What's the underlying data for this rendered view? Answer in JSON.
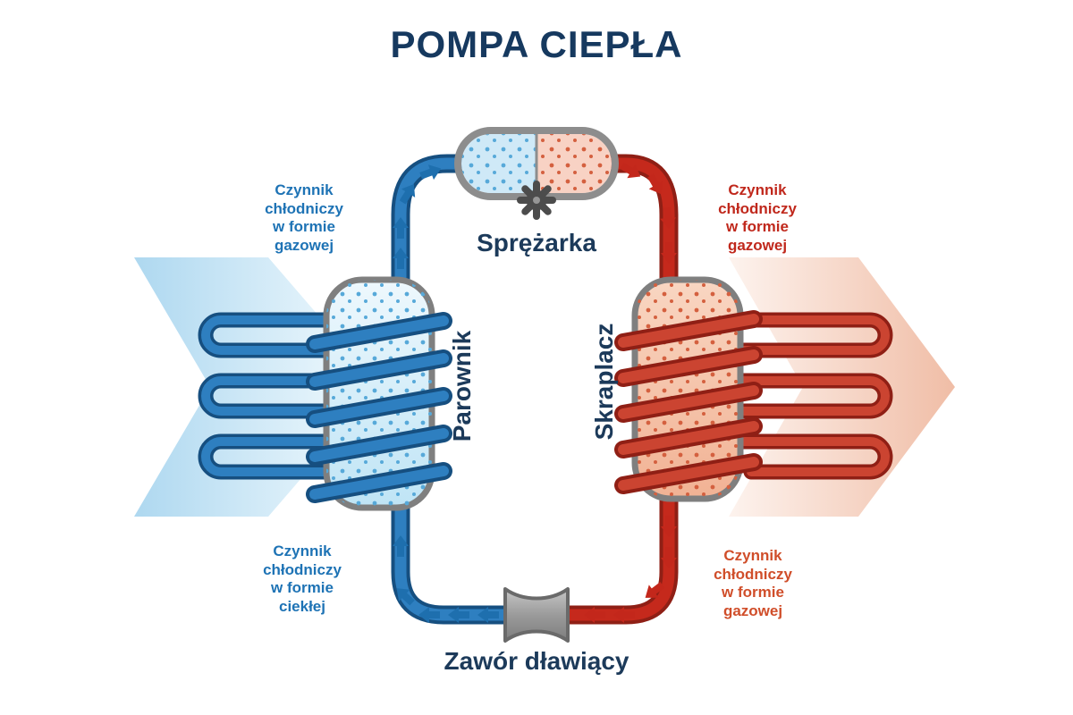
{
  "title": "POMPA CIEPŁA",
  "components": {
    "compressor": {
      "label": "Sprężarka"
    },
    "evaporator": {
      "label": "Parownik"
    },
    "condenser": {
      "label": "Skraplacz"
    },
    "valve": {
      "label": "Zawór dławiący"
    }
  },
  "flow_labels": {
    "top_left": "Czynnik\nchłodniczy\nw formie\ngazowej",
    "top_right": "Czynnik\nchłodniczy\nw formie\ngazowej",
    "bottom_left": "Czynnik\nchłodniczy\nw formie\nciekłej",
    "bottom_right": "Czynnik\nchłodniczy\nw formie\ngazowej"
  },
  "colors": {
    "navy_title": "#16395f",
    "cold_pipe": "#2e7fc0",
    "cold_pipe_dark": "#164f80",
    "hot_pipe": "#c5291c",
    "hot_pipe_dark": "#8f1f15",
    "label_blue": "#1e73b5",
    "label_red": "#c0281c",
    "label_orange": "#d04e2a",
    "metal_gray": "#8d8d8d",
    "cold_ambient": "#aed8f0",
    "hot_ambient": "#f0bda6"
  }
}
